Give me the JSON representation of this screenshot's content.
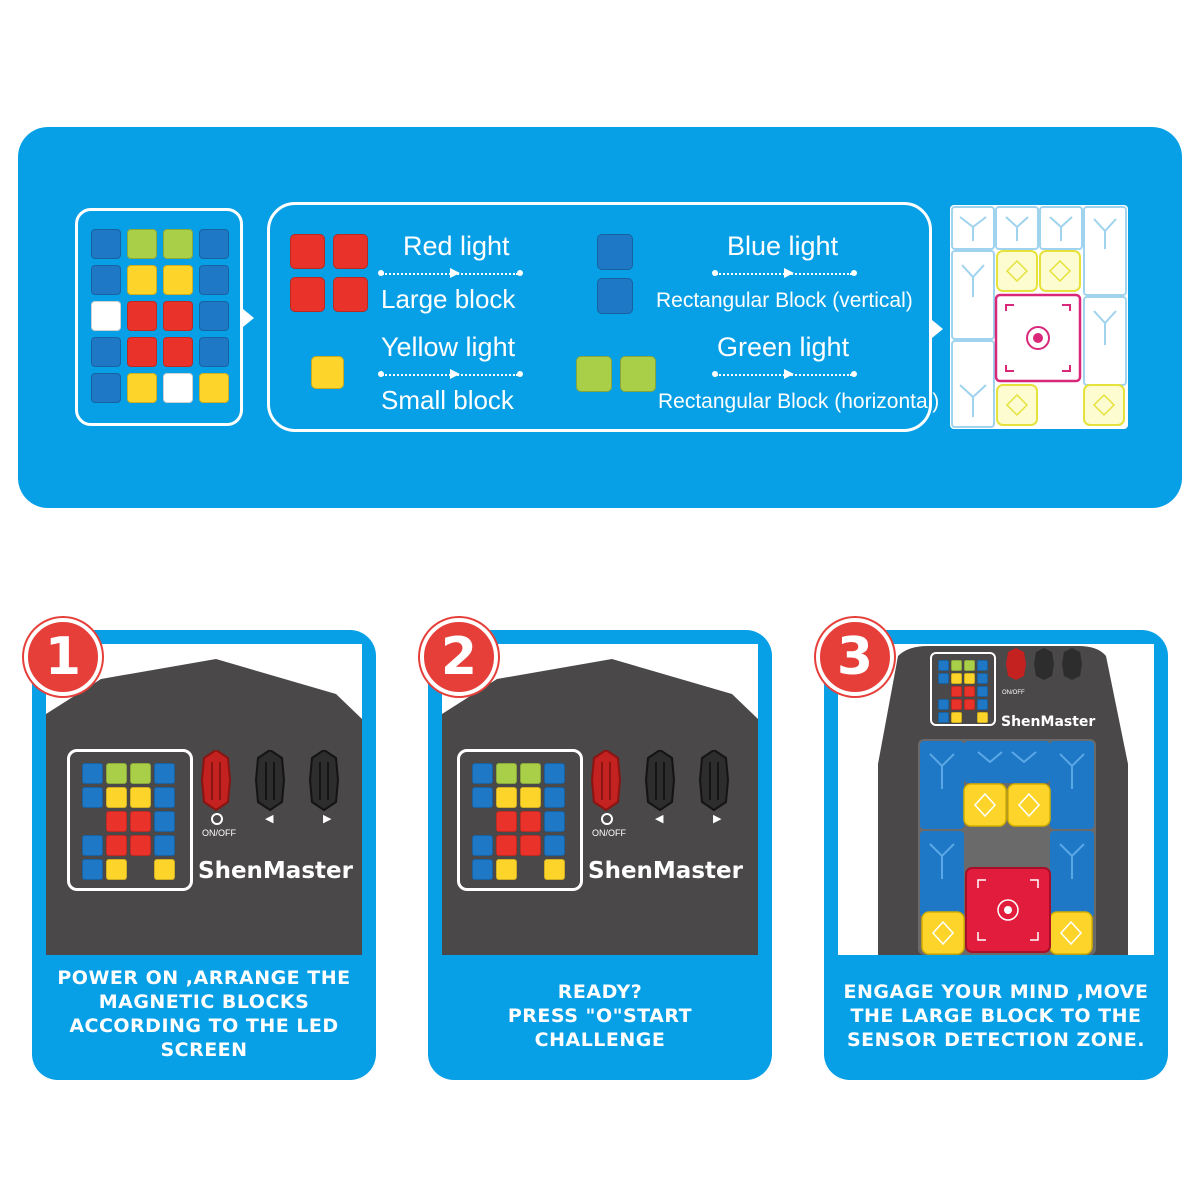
{
  "legend": {
    "red": {
      "title": "Red light",
      "sub": "Large block"
    },
    "yellow": {
      "title": "Yellow light",
      "sub": "Small block"
    },
    "blue": {
      "title": "Blue light",
      "sub": "Rectangular Block (vertical)"
    },
    "green": {
      "title": "Green light",
      "sub": "Rectangular Block (horizontal)"
    }
  },
  "colors": {
    "panel": "#079fe6",
    "red": "#e8322a",
    "yellow": "#fdd52a",
    "blue": "#1f78c6",
    "green": "#a9cf49",
    "badge": "#e63f3a",
    "device": "#4a4848"
  },
  "led_pattern": [
    [
      "b",
      "g",
      "g",
      "b"
    ],
    [
      "b",
      "y",
      "y",
      "b"
    ],
    [
      "w",
      "r",
      "r",
      "b"
    ],
    [
      "b",
      "r",
      "r",
      "b"
    ],
    [
      "b",
      "y",
      "w",
      "y"
    ]
  ],
  "device": {
    "brand": "ShenMaster",
    "power_label": "ON/OFF",
    "left_symbol": "◀",
    "right_symbol": "▶"
  },
  "steps": [
    {
      "number": "1",
      "text": "POWER ON ,ARRANGE THE\nMAGNETIC BLOCKS\nACCORDING TO THE LED\nSCREEN"
    },
    {
      "number": "2",
      "text": "READY?\nPRESS \"O\"START\nCHALLENGE"
    },
    {
      "number": "3",
      "text": "ENGAGE YOUR MIND ,MOVE\nTHE LARGE BLOCK TO THE\nSENSOR DETECTION ZONE."
    }
  ]
}
